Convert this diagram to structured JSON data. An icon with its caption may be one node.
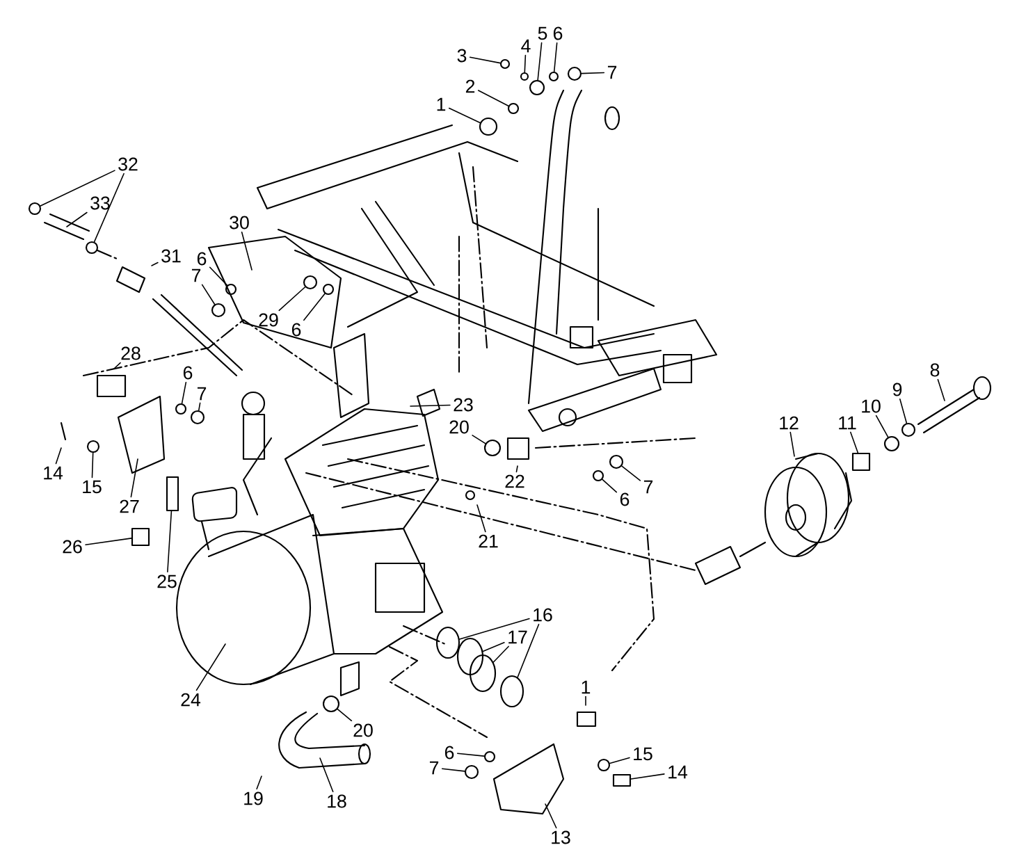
{
  "diagram": {
    "nodes": [
      {
        "text": [
          "3"
        ]
      },
      {
        "text": [
          "4"
        ]
      },
      {
        "text": [
          "5"
        ]
      },
      {
        "text": [
          "6"
        ]
      },
      {
        "text": [
          "7"
        ]
      },
      {
        "text": [
          "2"
        ]
      },
      {
        "text": [
          "1"
        ]
      },
      {
        "text": [
          "32"
        ]
      },
      {
        "text": [
          "33"
        ]
      },
      {
        "text": [
          "30"
        ]
      },
      {
        "text": [
          "31"
        ]
      },
      {
        "text": [
          "6"
        ]
      },
      {
        "text": [
          "7"
        ]
      },
      {
        "text": [
          "29"
        ]
      },
      {
        "text": [
          "6"
        ]
      },
      {
        "text": [
          "28"
        ]
      },
      {
        "text": [
          "6"
        ]
      },
      {
        "text": [
          "7"
        ]
      },
      {
        "text": [
          "23"
        ]
      },
      {
        "text": [
          "8"
        ]
      },
      {
        "text": [
          "9"
        ]
      },
      {
        "text": [
          "10"
        ]
      },
      {
        "text": [
          "11"
        ]
      },
      {
        "text": [
          "12"
        ]
      },
      {
        "text": [
          "20"
        ]
      },
      {
        "text": [
          "22"
        ]
      },
      {
        "text": [
          "14"
        ]
      },
      {
        "text": [
          "15"
        ]
      },
      {
        "text": [
          "27"
        ]
      },
      {
        "text": [
          "6"
        ]
      },
      {
        "text": [
          "7"
        ]
      },
      {
        "text": [
          "21"
        ]
      },
      {
        "text": [
          "26"
        ]
      },
      {
        "text": [
          "25"
        ]
      },
      {
        "text": [
          "16"
        ]
      },
      {
        "text": [
          "17"
        ]
      },
      {
        "text": [
          "24"
        ]
      },
      {
        "text": [
          "20"
        ]
      },
      {
        "text": [
          "1"
        ]
      },
      {
        "text": [
          "6"
        ]
      },
      {
        "text": [
          "7"
        ]
      },
      {
        "text": [
          "15"
        ]
      },
      {
        "text": [
          "14"
        ]
      },
      {
        "text": [
          "19"
        ]
      },
      {
        "text": [
          "18"
        ]
      },
      {
        "text": [
          "13"
        ]
      },
      {
        "text": [],
        "shape": "circle"
      },
      {
        "text": [],
        "shape": "circle"
      },
      {
        "text": [],
        "shape": "circle"
      },
      {
        "text": [],
        "shape": "circle"
      },
      {
        "text": [],
        "shape": "circle"
      },
      {
        "text": [],
        "shape": "circle"
      },
      {
        "text": [],
        "shape": "circle"
      },
      {
        "text": [],
        "shape": "circle"
      },
      {
        "text": [],
        "shape": "circle"
      },
      {
        "text": [],
        "shape": "circle"
      },
      {
        "text": [],
        "shape": "circle"
      },
      {
        "text": [],
        "shape": "circle"
      },
      {
        "text": [],
        "shape": "circle"
      },
      {
        "text": [],
        "shape": "circle"
      },
      {
        "text": [],
        "shape": "circle"
      },
      {
        "text": [],
        "shape": "circle"
      },
      {
        "text": [],
        "shape": "circle"
      },
      {
        "text": [],
        "shape": "circle"
      },
      {
        "text": [],
        "shape": "circle"
      },
      {
        "text": [],
        "shape": "circle"
      },
      {
        "text": [],
        "shape": "circle"
      },
      {
        "text": [],
        "shape": "box"
      },
      {
        "text": [],
        "shape": "circle"
      },
      {
        "text": [],
        "shape": "circle"
      },
      {
        "text": [],
        "shape": "circle"
      },
      {
        "text": [],
        "shape": "circle"
      },
      {
        "text": [],
        "shape": "circle"
      },
      {
        "text": [],
        "shape": "circle"
      },
      {
        "text": [],
        "shape": "circle"
      },
      {
        "text": [],
        "shape": "circle"
      },
      {
        "text": [],
        "shape": "box"
      },
      {
        "text": [],
        "shape": "box"
      },
      {
        "text": [],
        "shape": "box"
      }
    ],
    "edges": [
      {
        "from": 0,
        "to": 46,
        "arrow": "none"
      },
      {
        "from": 1,
        "to": 47,
        "arrow": "none"
      },
      {
        "from": 2,
        "to": 48,
        "arrow": "none"
      },
      {
        "from": 3,
        "to": 49,
        "arrow": "none"
      },
      {
        "from": 4,
        "to": 50,
        "arrow": "none"
      },
      {
        "from": 5,
        "to": 51,
        "arrow": "none"
      },
      {
        "from": 6,
        "to": 52,
        "arrow": "none"
      },
      {
        "from": 7,
        "to": 53,
        "arrow": "none"
      },
      {
        "from": 7,
        "to": 54,
        "arrow": "none"
      },
      {
        "from": 8,
        "to": null,
        "arrow": "none"
      },
      {
        "from": 9,
        "to": null,
        "arrow": "none"
      },
      {
        "from": 10,
        "to": null,
        "arrow": "none"
      },
      {
        "from": 11,
        "to": 55,
        "arrow": "none"
      },
      {
        "from": 12,
        "to": 56,
        "arrow": "none"
      },
      {
        "from": 13,
        "to": 57,
        "arrow": "none"
      },
      {
        "from": 14,
        "to": 58,
        "arrow": "none"
      },
      {
        "from": 15,
        "to": null,
        "arrow": "none"
      },
      {
        "from": 16,
        "to": 59,
        "arrow": "none"
      },
      {
        "from": 17,
        "to": 60,
        "arrow": "none"
      },
      {
        "from": 18,
        "to": null,
        "arrow": "none"
      },
      {
        "from": 19,
        "to": null,
        "arrow": "none"
      },
      {
        "from": 20,
        "to": 61,
        "arrow": "none"
      },
      {
        "from": 21,
        "to": 62,
        "arrow": "none"
      },
      {
        "from": 22,
        "to": 77,
        "arrow": "none"
      },
      {
        "from": 23,
        "to": null,
        "arrow": "none"
      },
      {
        "from": 24,
        "to": 63,
        "arrow": "none"
      },
      {
        "from": 25,
        "to": null,
        "arrow": "none"
      },
      {
        "from": 26,
        "to": null,
        "arrow": "none"
      },
      {
        "from": 27,
        "to": 64,
        "arrow": "none"
      },
      {
        "from": 28,
        "to": null,
        "arrow": "none"
      },
      {
        "from": 29,
        "to": 65,
        "arrow": "none"
      },
      {
        "from": 30,
        "to": 66,
        "arrow": "none"
      },
      {
        "from": 31,
        "to": null,
        "arrow": "none"
      },
      {
        "from": 32,
        "to": 67,
        "arrow": "none"
      },
      {
        "from": 33,
        "to": 78,
        "arrow": "none"
      },
      {
        "from": 34,
        "to": 72,
        "arrow": "none"
      },
      {
        "from": 34,
        "to": 75,
        "arrow": "none"
      },
      {
        "from": 35,
        "to": 73,
        "arrow": "none"
      },
      {
        "from": 35,
        "to": 74,
        "arrow": "none"
      },
      {
        "from": 36,
        "to": null,
        "arrow": "none"
      },
      {
        "from": 37,
        "to": 68,
        "arrow": "none"
      },
      {
        "from": 38,
        "to": null,
        "arrow": "none"
      },
      {
        "from": 39,
        "to": 69,
        "arrow": "none"
      },
      {
        "from": 40,
        "to": 70,
        "arrow": "none"
      },
      {
        "from": 41,
        "to": 71,
        "arrow": "none"
      },
      {
        "from": 42,
        "to": 76,
        "arrow": "none"
      },
      {
        "from": 43,
        "to": null,
        "arrow": "none"
      },
      {
        "from": 44,
        "to": null,
        "arrow": "none"
      },
      {
        "from": 45,
        "to": null,
        "arrow": "none"
      }
    ]
  }
}
